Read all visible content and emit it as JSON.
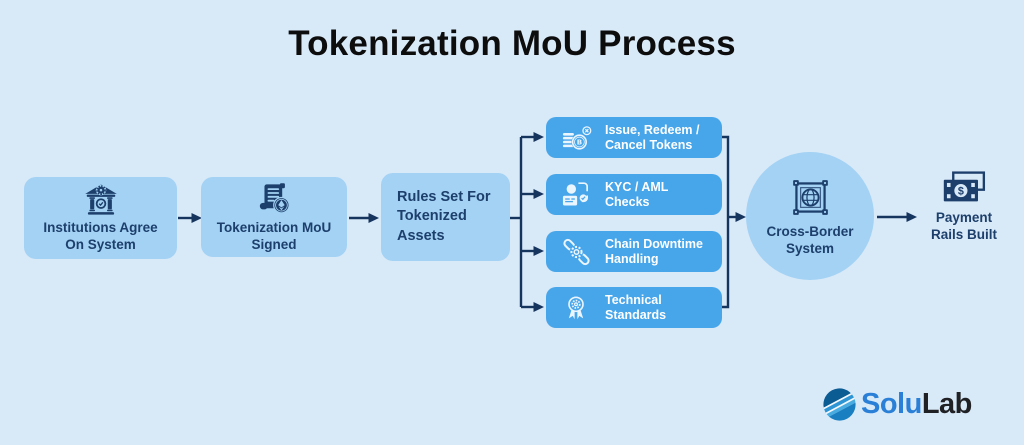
{
  "title": "Tokenization MoU Process",
  "colors": {
    "background": "#d8e9f8",
    "light_box": "#a3d2f4",
    "branch_box": "#47a5ea",
    "navy_text": "#1d3f6b",
    "arrow": "#16355e",
    "branch_text": "#ffffff",
    "logo_blue": "#2a7fd6",
    "logo_dark": "#202124"
  },
  "flow": {
    "step1": {
      "icon": "institution-icon",
      "line1": "Institutions Agree",
      "line2": "On System"
    },
    "step2": {
      "icon": "scroll-icon",
      "line1": "Tokenization MoU",
      "line2": "Signed"
    },
    "step3": {
      "line1": "Rules Set For",
      "line2": "Tokenized",
      "line3": "Assets"
    },
    "branches": [
      {
        "icon": "coins-cancel-icon",
        "line1": "Issue, Redeem /",
        "line2": "Cancel Tokens"
      },
      {
        "icon": "kyc-icon",
        "line1": "KYC / AML",
        "line2": "Checks"
      },
      {
        "icon": "chain-gear-icon",
        "line1": "Chain Downtime",
        "line2": "Handling"
      },
      {
        "icon": "badge-gear-icon",
        "line1": "Technical",
        "line2": "Standards"
      }
    ],
    "step4": {
      "icon": "globe-frame-icon",
      "line1": "Cross-Border",
      "line2": "System"
    },
    "step5": {
      "icon": "banknote-icon",
      "line1": "Payment",
      "line2": "Rails Built"
    }
  },
  "logo": {
    "icon": "solulab-icon",
    "part1": "Solu",
    "part2": "Lab"
  }
}
